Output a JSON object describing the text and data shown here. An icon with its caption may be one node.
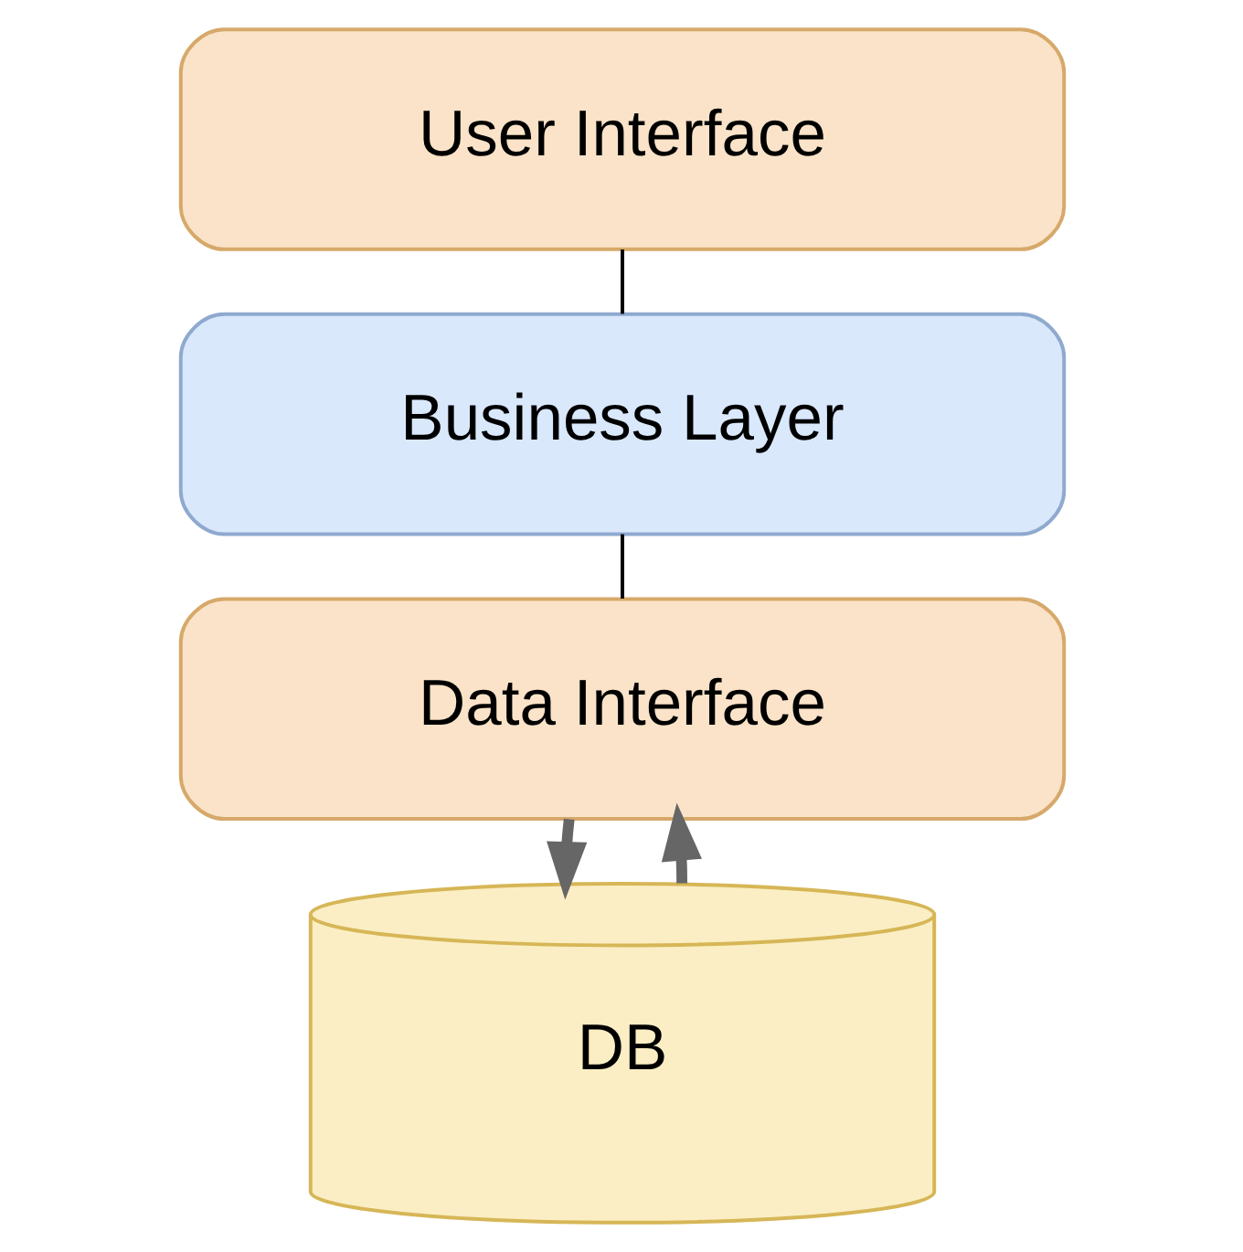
{
  "diagram": {
    "nodes": [
      {
        "text": [
          "User Interface"
        ]
      },
      {
        "text": [
          "Business Layer"
        ]
      },
      {
        "text": [
          "Data Interface"
        ]
      },
      {
        "text": [
          "DB"
        ]
      }
    ],
    "edges": [
      {
        "from": 0,
        "to": 1,
        "arrow": "none"
      },
      {
        "from": 1,
        "to": 2,
        "arrow": "none"
      },
      {
        "from": 2,
        "to": 3,
        "arrow": "to",
        "style": "thick",
        "color": "#666666"
      },
      {
        "from": 3,
        "to": 2,
        "arrow": "to",
        "style": "thick",
        "color": "#666666"
      }
    ]
  }
}
